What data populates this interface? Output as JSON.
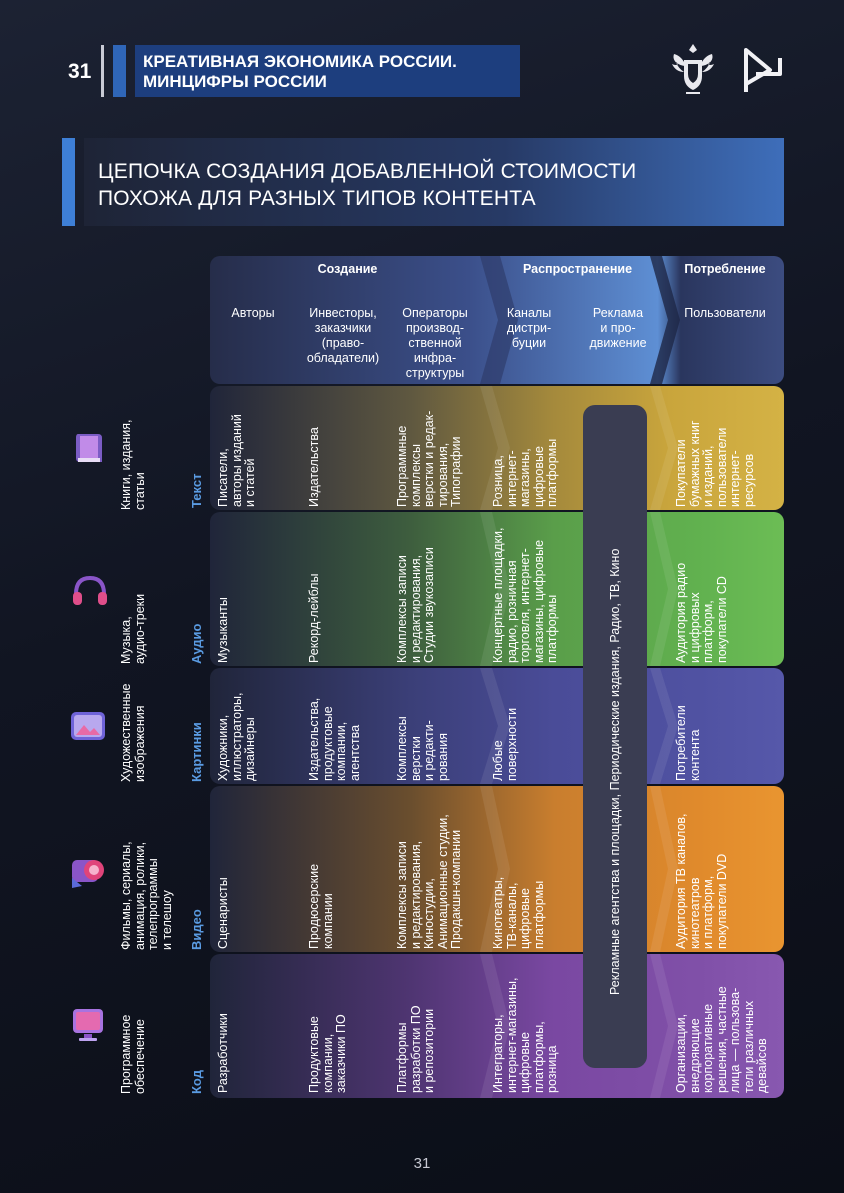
{
  "page_number": "31",
  "header": {
    "title_line1": "КРЕАТИВНАЯ ЭКОНОМИКА РОССИИ.",
    "title_line2": "МИНЦИФРЫ РОССИИ"
  },
  "section": {
    "title_line1": "ЦЕПОЧКА СОЗДАНИЯ ДОБАВЛЕННОЙ СТОИМОСТИ",
    "title_line2": "ПОХОЖА ДЛЯ РАЗНЫХ ТИПОВ КОНТЕНТА"
  },
  "stages": {
    "creation": "Создание",
    "distribution": "Распространение",
    "consumption": "Потребление"
  },
  "columns": {
    "authors": "Авторы",
    "investors": "Инвесторы,\nзаказчики\n(право-\nобладатели)",
    "operators": "Операторы\nпроизвод-\nственной\nинфра-\nструктуры",
    "channels": "Каналы\nдистри-\nбуции",
    "ads": "Реклама\nи про-\nдвижение",
    "users": "Пользователи"
  },
  "ad_column_text": "Рекламные агентства и площадки, Периодические издания, Радио, ТВ, Кино",
  "rows": [
    {
      "type": "Текст",
      "content": "Книги, издания,\nстатьи",
      "icon": "book-icon",
      "authors": "Писатели,\nавторы изданий\nи статей",
      "investors": "Издательства",
      "operators": "Программные\nкомплексы\nверстки и редак-\nтирования,\nТипографии",
      "channels": "Розница,\nинтернет-\nмагазины,\nцифровые\nплатформы",
      "users": "Покупатели\nбумажных книг\nи изданий,\nпользователи\nинтернет-\nресурсов"
    },
    {
      "type": "Аудио",
      "content": "Музыка,\nаудио-треки",
      "icon": "headphones-icon",
      "authors": "Музыканты",
      "investors": "Рекорд-лейблы",
      "operators": "Комплексы записи\nи редактирования,\nСтудии звукозаписи",
      "channels": "Концертные площадки,\nрадио, розничная\nторговля, интернет-\nмагазины, цифровые\nплатформы",
      "users": "Аудитория радио\nи цифровых\nплатформ,\nпокупатели CD"
    },
    {
      "type": "Картинки",
      "content": "Художественные\nизображения",
      "icon": "picture-icon",
      "authors": "Художники,\nиллюстраторы,\nдизайнеры",
      "investors": "Издательства,\nпродуктовые\nкомпании,\nагентства",
      "operators": "Комплексы\nверстки\nи редакти-\nрования",
      "channels": "Любые\nповерхности",
      "users": "Потребители\nконтента"
    },
    {
      "type": "Видео",
      "content": "Фильмы, сериалы,\nанимация, ролики,\nтелепрограммы\nи телешоу",
      "icon": "camera-icon",
      "authors": "Сценаристы",
      "investors": "Продюсерские\nкомпании",
      "operators": "Комплексы записи\nи редактирования,\nКиностудии,\nАнимационные студии,\nПродакшн-компании",
      "channels": "Кинотеатры,\nТВ-каналы,\nцифровые\nплатформы",
      "users": "Аудитория ТВ каналов,\nкинотеатров\nи платформ,\nпокупатели DVD"
    },
    {
      "type": "Код",
      "content": "Программное\nобеспечение",
      "icon": "monitor-icon",
      "authors": "Разработчики",
      "investors": "Продуктовые\nкомпании,\nзаказчики ПО",
      "operators": "Платформы\nразработки ПО\nи репозитории",
      "channels": "Интеграторы,\nинтернет-магазины,\nцифровые\nплатформы,\nрозница",
      "users": "Организации,\nвнедряющие\nкорпоративные\nрешения, частные\nлица — пользова-\nтели различных\nдевайсов"
    }
  ],
  "colors": {
    "text": "#c9a53c",
    "audio": "#5eaa4c",
    "pictures": "#4f4f9c",
    "video": "#e08a2c",
    "code": "#7d4aa3",
    "accent": "#2f66b8"
  }
}
